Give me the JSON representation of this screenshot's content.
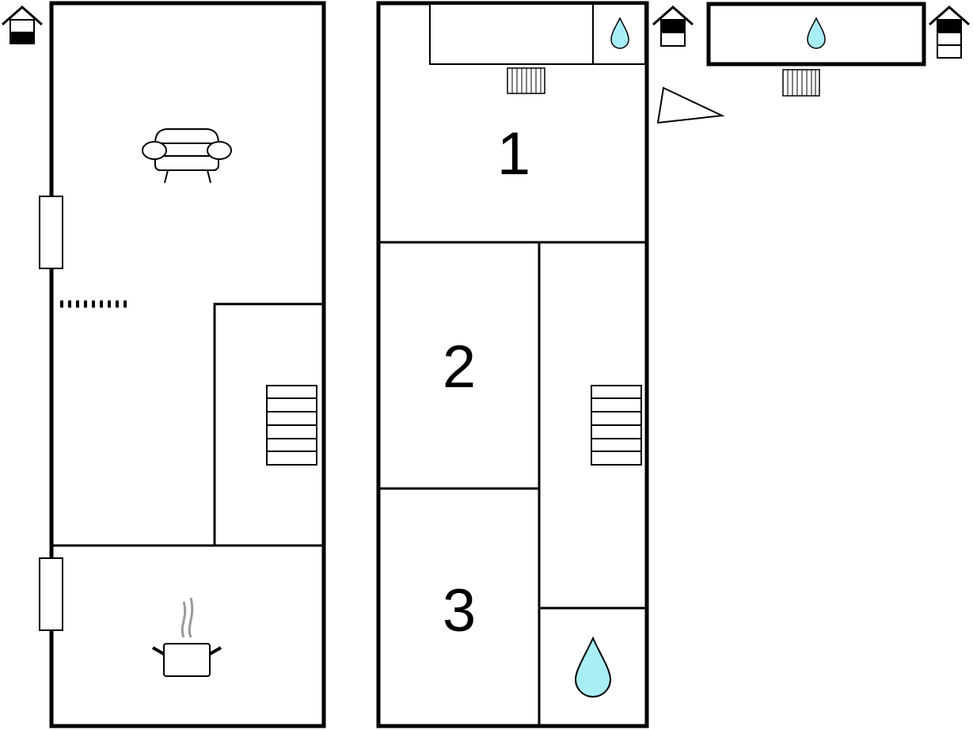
{
  "colors": {
    "wall": "#000000",
    "background": "#ffffff",
    "water": "#a9eef5",
    "steam": "#9a9a9a"
  },
  "rooms": [
    {
      "label": "1"
    },
    {
      "label": "2"
    },
    {
      "label": "3"
    }
  ],
  "icons": [
    "house-floor-indicator-icon",
    "sofa-icon",
    "cooking-pot-icon",
    "water-drop-icon",
    "radiator-icon",
    "stairs-icon",
    "compass-arrow-icon"
  ]
}
